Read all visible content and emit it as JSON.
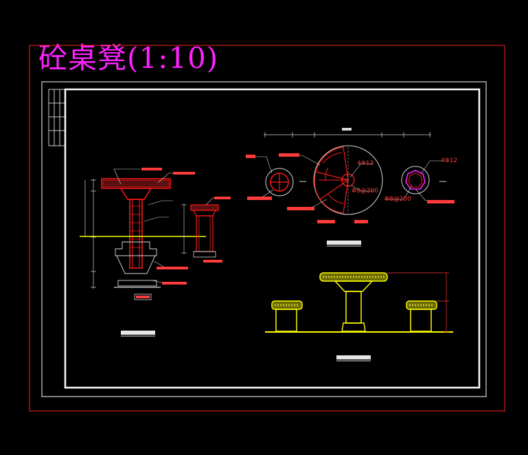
{
  "title": "砼桌凳(1:10)",
  "colors": {
    "background": "#000000",
    "frame_red": "#ff2020",
    "frame_white": "#ffffff",
    "title_magenta": "#ff22ff",
    "section_red": "#ff1a1a",
    "ground_yellow": "#ffff00",
    "dim_line": "#d9d9d9",
    "note_red": "#ff3b3b"
  },
  "plan_labels": {
    "phi12": "4Φ12",
    "phi8a": "Φ8@200",
    "phi8b": "Φ8@200",
    "phi12b": "4Φ12"
  }
}
